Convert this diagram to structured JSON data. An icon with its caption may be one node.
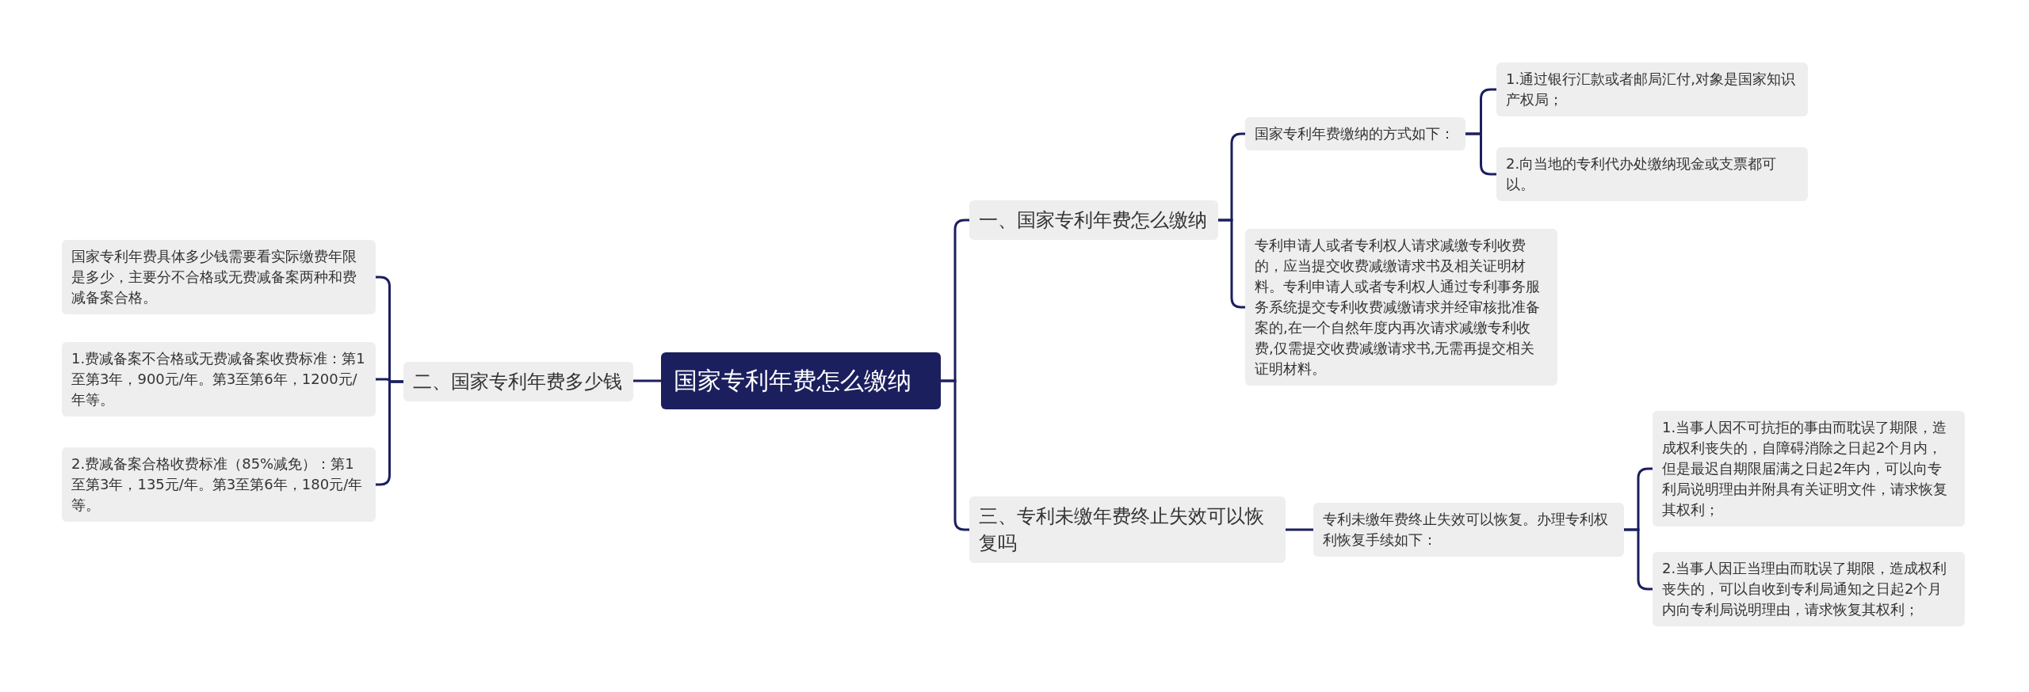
{
  "diagram": {
    "nodes": [
      {
        "text": [
          "国家专利年费怎么缴纳"
        ]
      },
      {
        "text": [
          "一、国家专利年费怎么缴纳"
        ]
      },
      {
        "text": [
          "国家专利年费缴纳的方式如下："
        ]
      },
      {
        "text": [
          "1.通过银行汇款或者邮局汇付,对象是国家知识产权局；"
        ]
      },
      {
        "text": [
          "2.向当地的专利代办处缴纳现金或支票都可以。"
        ]
      },
      {
        "text": [
          "专利申请人或者专利权人请求减缴专利收费的，应当提交收费减缴请求书及相关证明材料。专利申请人或者专利权人通过专利事务服务系统提交专利收费减缴请求并经审核批准备案的,在一个自然年度内再次请求减缴专利收费,仅需提交收费减缴请求书,无需再提交相关证明材料。"
        ]
      },
      {
        "text": [
          "二、国家专利年费多少钱"
        ]
      },
      {
        "text": [
          "国家专利年费具体多少钱需要看实际缴费年限是多少，主要分不合格或无费减备案两种和费减备案合格。"
        ]
      },
      {
        "text": [
          "1.费减备案不合格或无费减备案收费标准：第1至第3年，900元/年。第3至第6年，1200元/年等。"
        ]
      },
      {
        "text": [
          "2.费减备案合格收费标准（85%减免）：第1至第3年，135元/年。第3至第6年，180元/年等。"
        ]
      },
      {
        "text": [
          "三、专利未缴年费终止失效可以恢复吗"
        ]
      },
      {
        "text": [
          "专利未缴年费终止失效可以恢复。办理专利权利恢复手续如下："
        ]
      },
      {
        "text": [
          "1.当事人因不可抗拒的事由而耽误了期限，造成权利丧失的，自障碍消除之日起2个月内，但是最迟自期限届满之日起2年内，可以向专利局说明理由并附具有关证明文件，请求恢复其权利；"
        ]
      },
      {
        "text": [
          "2.当事人因正当理由而耽误了期限，造成权利丧失的，可以自收到专利局通知之日起2个月内向专利局说明理由，请求恢复其权利；"
        ]
      }
    ],
    "edges": [
      {
        "from": 0,
        "to": 1,
        "arrow": "none"
      },
      {
        "from": 1,
        "to": 2,
        "arrow": "none"
      },
      {
        "from": 2,
        "to": 3,
        "arrow": "none"
      },
      {
        "from": 2,
        "to": 4,
        "arrow": "none"
      },
      {
        "from": 1,
        "to": 5,
        "arrow": "none"
      },
      {
        "from": 0,
        "to": 6,
        "arrow": "none"
      },
      {
        "from": 6,
        "to": 7,
        "arrow": "none"
      },
      {
        "from": 6,
        "to": 8,
        "arrow": "none"
      },
      {
        "from": 6,
        "to": 9,
        "arrow": "none"
      },
      {
        "from": 0,
        "to": 10,
        "arrow": "none"
      },
      {
        "from": 10,
        "to": 11,
        "arrow": "none"
      },
      {
        "from": 11,
        "to": 12,
        "arrow": "none"
      },
      {
        "from": 11,
        "to": 13,
        "arrow": "none"
      }
    ]
  }
}
